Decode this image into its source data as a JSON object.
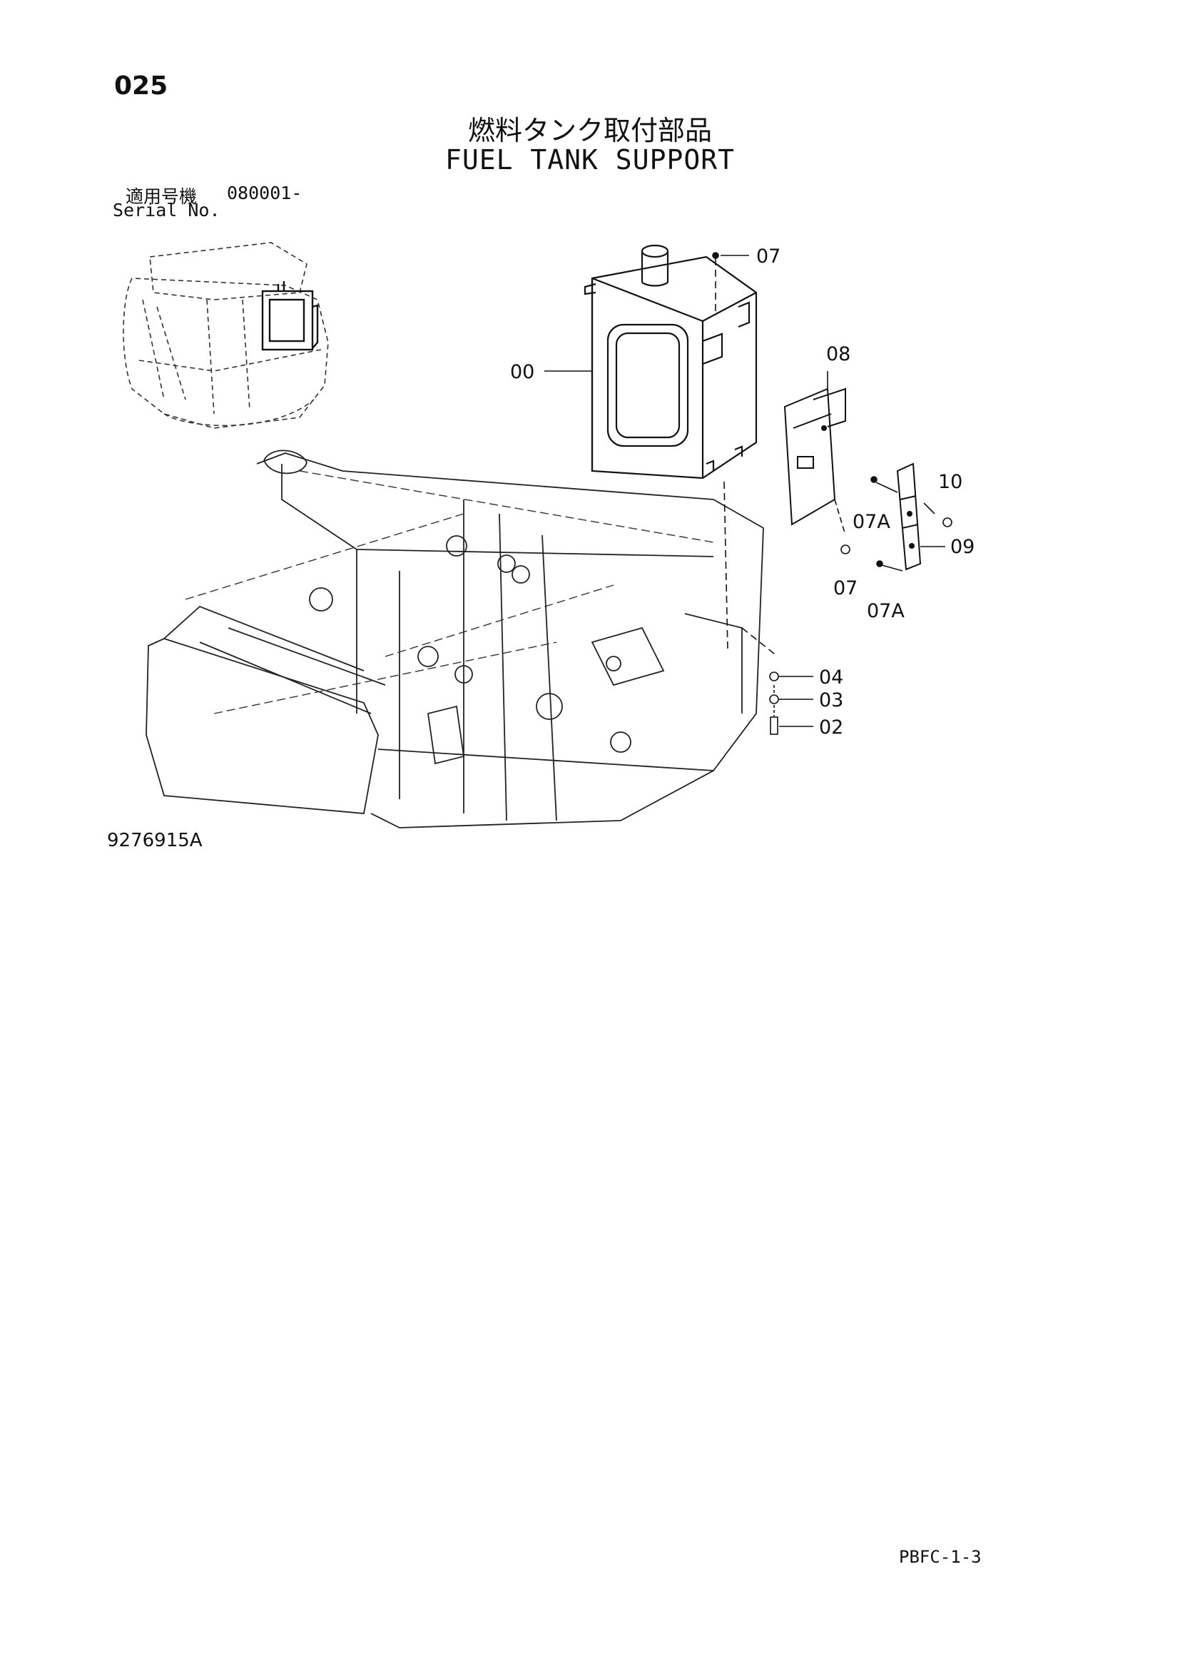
{
  "header": {
    "page_number": "025",
    "title_jp": "燃料タンク取付部品",
    "title_en": "FUEL TANK SUPPORT",
    "serial_label_jp": "適用号機",
    "serial_number": "080001-",
    "serial_label_en": "Serial No."
  },
  "diagram": {
    "callouts": [
      "07",
      "08",
      "00",
      "10",
      "07A",
      "09",
      "07",
      "07A",
      "04",
      "03",
      "02"
    ]
  },
  "footer": {
    "drawing_number": "9276915A",
    "page_code": "PBFC-1-3"
  }
}
